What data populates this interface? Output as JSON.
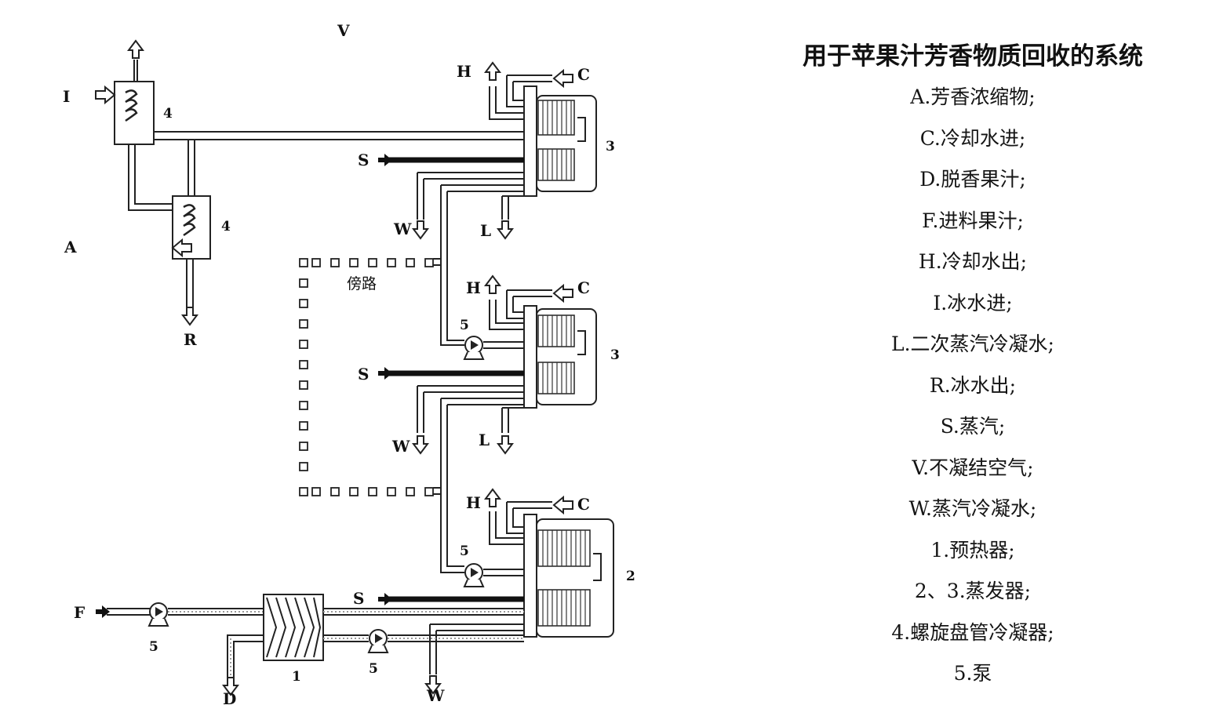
{
  "legend": {
    "title": "用于苹果汁芳香物质回收的系统",
    "items": [
      "A.芳香浓缩物;",
      "C.冷却水进;",
      "D.脱香果汁;",
      "F.进料果汁;",
      "H.冷却水出;",
      "I.冰水进;",
      "L.二次蒸汽冷凝水;",
      "R.冰水出;",
      "S.蒸汽;",
      "V.不凝结空气;",
      "W.蒸汽冷凝水;",
      "1.预热器;",
      "2、3.蒸发器;",
      "4.螺旋盘管冷凝器;",
      "5.泵"
    ]
  },
  "diagram": {
    "labels": {
      "V": "V",
      "I": "I",
      "A": "A",
      "R": "R",
      "H": "H",
      "C": "C",
      "S": "S",
      "W": "W",
      "L": "L",
      "F": "F",
      "D": "D",
      "bypass": "傍路",
      "n1": "1",
      "n2": "2",
      "n3": "3",
      "n4": "4",
      "n5": "5"
    }
  }
}
